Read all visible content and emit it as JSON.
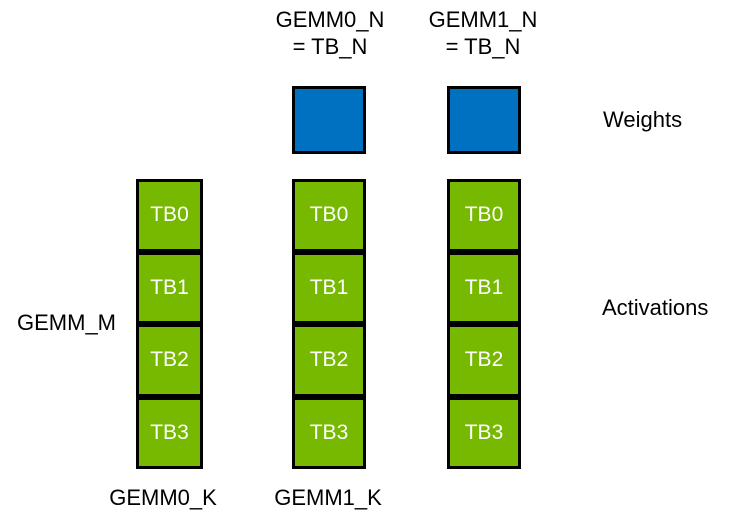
{
  "diagram": {
    "title_semantic": "GEMM thread-block tiling diagram",
    "headers": [
      {
        "line1": "GEMM0_N",
        "line2": "= TB_N"
      },
      {
        "line1": "GEMM1_N",
        "line2": "= TB_N"
      }
    ],
    "labels": {
      "weights": "Weights",
      "activations": "Activations",
      "gemm_m": "GEMM_M",
      "gemm0_k": "GEMM0_K",
      "gemm1_k": "GEMM1_K"
    },
    "weights_blocks": [
      {
        "name": "weights-tile-gemm0"
      },
      {
        "name": "weights-tile-gemm1"
      }
    ],
    "columns": [
      {
        "name": "activations-column-left",
        "blocks": [
          "TB0",
          "TB1",
          "TB2",
          "TB3"
        ]
      },
      {
        "name": "activations-column-gemm0",
        "blocks": [
          "TB0",
          "TB1",
          "TB2",
          "TB3"
        ]
      },
      {
        "name": "activations-column-gemm1",
        "blocks": [
          "TB0",
          "TB1",
          "TB2",
          "TB3"
        ]
      }
    ],
    "colors": {
      "activation_green": "#76B900",
      "weights_blue": "#0070C0",
      "border": "#000000",
      "tb_text": "#FFFFFF",
      "label_text": "#000000",
      "background": "#FFFFFF"
    }
  }
}
